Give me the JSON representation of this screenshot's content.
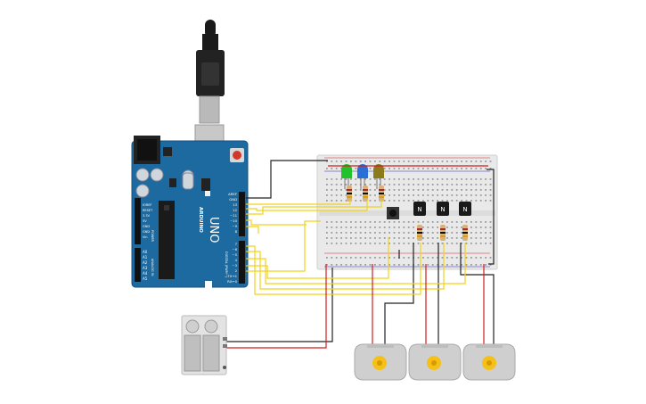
{
  "arduino": {
    "brand": "ARDUINO",
    "model": "UNO",
    "section_power": "POWER",
    "section_analog": "ANALOG IN",
    "section_digital": "DIGITAL (PWM~)",
    "power_pins": [
      "IOREF",
      "RESET",
      "3.3V",
      "5V",
      "GND",
      "GND",
      "Vin"
    ],
    "analog_pins": [
      "A0",
      "A1",
      "A2",
      "A3",
      "A4",
      "A5"
    ],
    "digital_top_labels": [
      "AREF",
      "GND",
      "13",
      "12",
      "~11",
      "~10",
      "~9",
      "8"
    ],
    "digital_bottom_labels": [
      "7",
      "~6",
      "~5",
      "4",
      "~3",
      "2",
      "TX→1",
      "RX←0"
    ]
  },
  "transistors": [
    {
      "label": "N"
    },
    {
      "label": "N"
    },
    {
      "label": "N"
    }
  ],
  "leds": [
    {
      "color": "green",
      "hex": "#22c22a"
    },
    {
      "color": "blue",
      "hex": "#2a6fd6"
    },
    {
      "color": "olive",
      "hex": "#8a7a1a"
    }
  ],
  "colors": {
    "board": "#1d6aa0",
    "wire_yellow": "#f2d21b",
    "wire_red": "#d11f1f",
    "wire_black": "#222222",
    "breadboard": "#e9e9e9",
    "motor_body": "#cfcfcf",
    "motor_gear": "#f5c018"
  },
  "icons": {
    "usb": "usb-plug-icon",
    "motor": "dc-motor-icon",
    "battery": "battery-pack-icon"
  }
}
